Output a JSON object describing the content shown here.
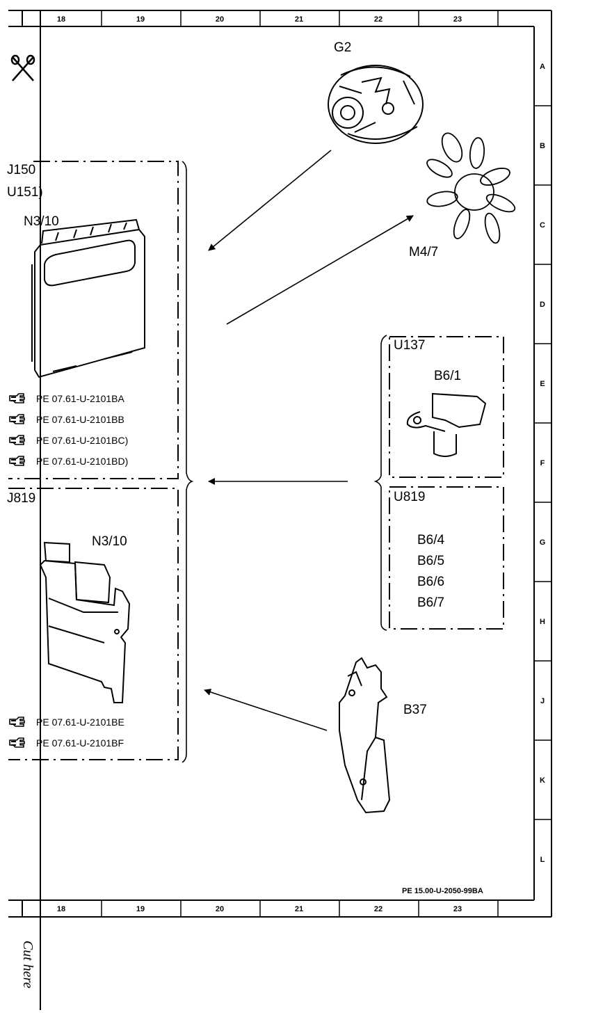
{
  "grid": {
    "columns": [
      "18",
      "19",
      "20",
      "21",
      "22",
      "23"
    ],
    "rows": [
      "A",
      "B",
      "C",
      "D",
      "E",
      "F",
      "G",
      "H",
      "J",
      "K",
      "L"
    ]
  },
  "components": {
    "g2": "G2",
    "m4_7": "M4/7",
    "b6_1": "B6/1",
    "b37": "B37",
    "n3_10_upper": "N3/10",
    "n3_10_lower": "N3/10"
  },
  "groups": {
    "upper_left": [
      "J150",
      "U151)"
    ],
    "lower_left": [
      "J819"
    ],
    "upper_right": [
      "U137"
    ],
    "lower_right": [
      "U819"
    ]
  },
  "sensor_list": [
    "B6/4",
    "B6/5",
    "B6/6",
    "B6/7"
  ],
  "references_upper": [
    "PE 07.61-U-2101BA",
    "PE 07.61-U-2101BB",
    "PE 07.61-U-2101BC)",
    "PE 07.61-U-2101BD)"
  ],
  "references_lower": [
    "PE 07.61-U-2101BE",
    "PE 07.61-U-2101BF"
  ],
  "doc_id": "PE 15.00-U-2050-99BA",
  "cut_text": "Cut here",
  "icons": [
    "scissors-icon",
    "hand-pointer-icon"
  ]
}
